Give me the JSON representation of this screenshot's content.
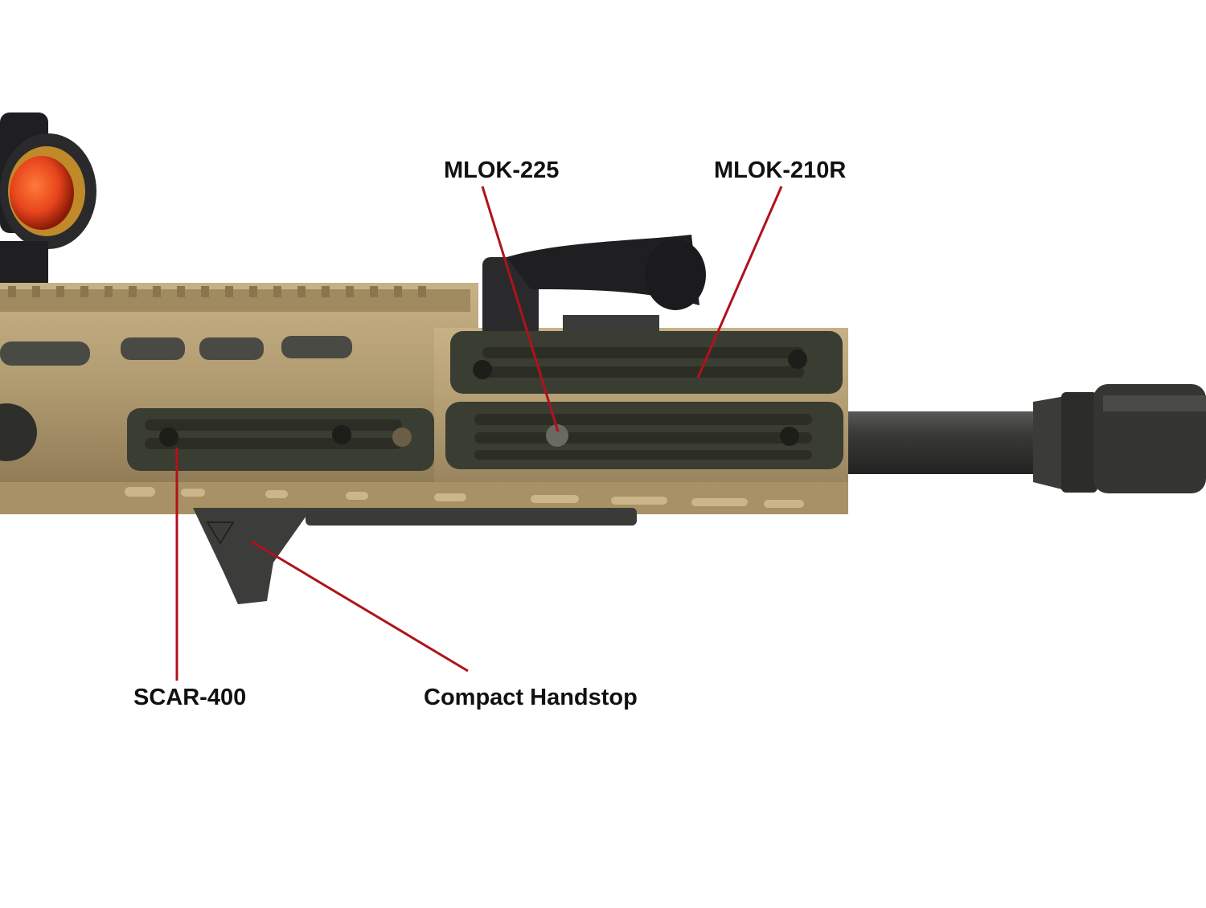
{
  "labels": {
    "mlok_225": "MLOK-225",
    "mlok_210r": "MLOK-210R",
    "scar_400": "SCAR-400",
    "compact_handstop": "Compact Handstop"
  },
  "colors": {
    "background": "#ffffff",
    "leader_line": "#b0121b",
    "receiver_fde": "#b09a70",
    "panel_black": "#3a3d32",
    "barrel": "#3c3c3c",
    "sight_black": "#1f1f22",
    "optic_lens": "#e8451c"
  }
}
